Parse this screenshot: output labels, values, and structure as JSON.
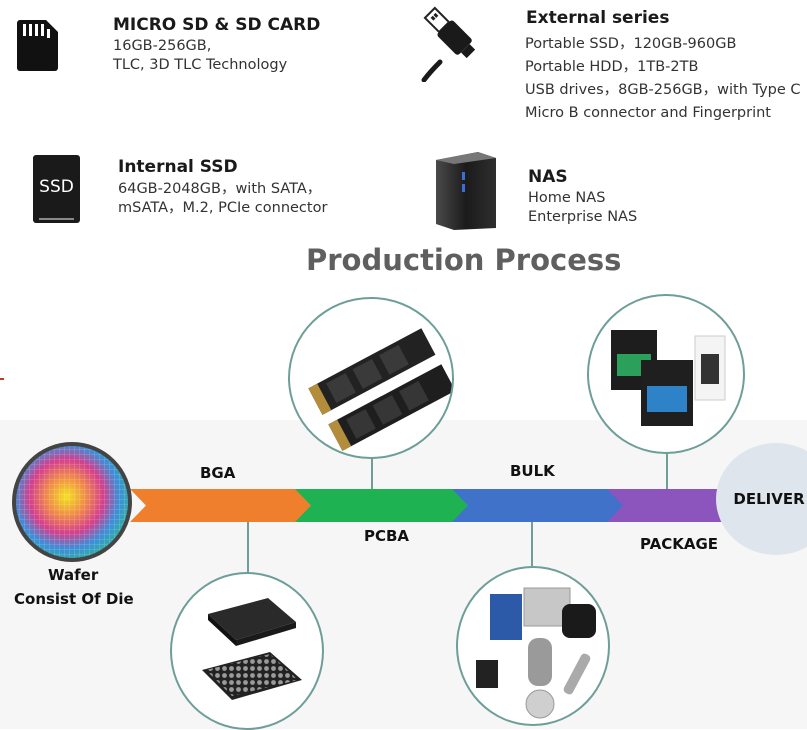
{
  "categories": {
    "micro_sd": {
      "title": "MICRO SD & SD CARD",
      "lines": [
        "16GB-256GB,",
        "TLC, 3D TLC Technology"
      ],
      "icon": "micro-sd-card-icon"
    },
    "external": {
      "title": "External series",
      "lines": [
        "Portable SSD，120GB-960GB",
        "Portable HDD，1TB-2TB",
        "USB drives，8GB-256GB，with Type C",
        "Micro B connector and Fingerprint"
      ],
      "icon": "usb-cable-icon"
    },
    "internal_ssd": {
      "title": "Internal SSD",
      "lines": [
        "64GB-2048GB，with SATA，",
        "mSATA，M.2, PCIe connector"
      ],
      "icon_text": "SSD",
      "icon": "ssd-drive-icon"
    },
    "nas": {
      "title": "NAS",
      "lines": [
        "Home NAS",
        "Enterprise NAS"
      ],
      "icon": "nas-server-icon"
    }
  },
  "process": {
    "title": "Production Process",
    "wafer_label": [
      "Wafer",
      "Consist Of Die"
    ],
    "steps": [
      {
        "label": "BGA",
        "color": "#ef7f2d"
      },
      {
        "label": "PCBA",
        "color": "#1eb253"
      },
      {
        "label": "BULK",
        "color": "#3f72c8"
      },
      {
        "label": "PACKAGE",
        "color": "#8c55bd"
      }
    ],
    "deliver": "DELIVER",
    "accent_line": "#6e9e98"
  }
}
